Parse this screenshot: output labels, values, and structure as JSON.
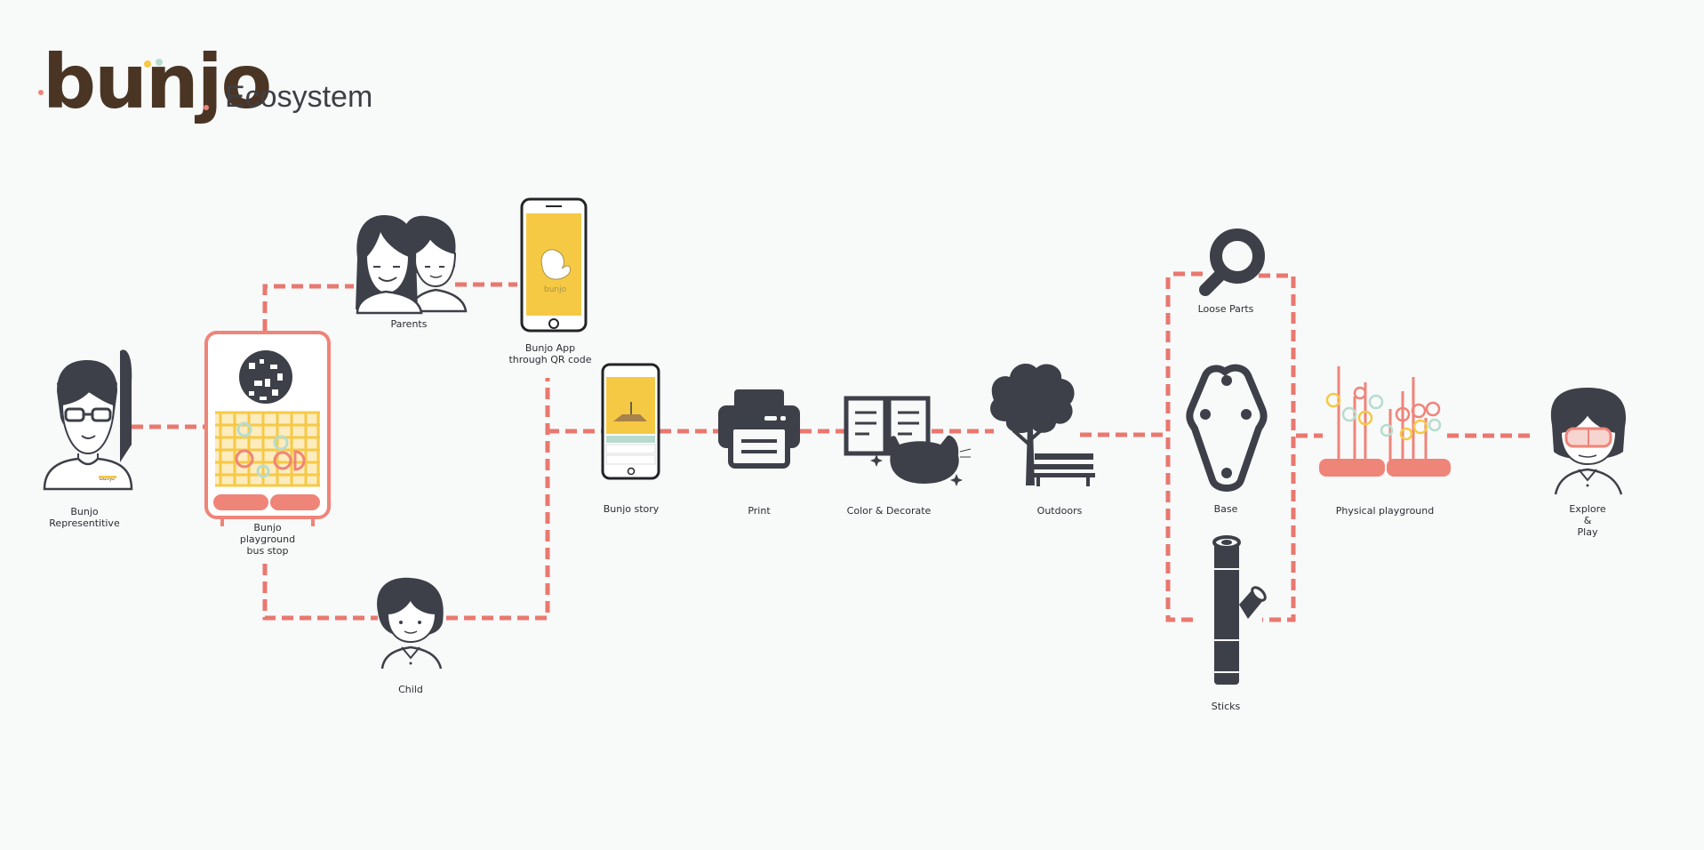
{
  "header": {
    "logo_text": "bunjo",
    "title": "Ecosystem"
  },
  "colors": {
    "connector": "#e9786e",
    "icon": "#3d4048",
    "accent_yellow": "#f6c945",
    "accent_salmon": "#ef8479",
    "accent_mint": "#b7dccf",
    "background": "#f8f9f9"
  },
  "nodes": {
    "representative": {
      "label": "Bunjo\nRepresentitive",
      "icon": "woman-glasses-icon"
    },
    "bus_stop": {
      "label": "Bunjo\nplayground\nbus stop",
      "icon": "bus-stop-board-icon"
    },
    "parents": {
      "label": "Parents",
      "icon": "parents-icon"
    },
    "child": {
      "label": "Child",
      "icon": "child-icon"
    },
    "app": {
      "label": "Bunjo App\nthrough QR code",
      "icon": "smartphone-icon"
    },
    "story": {
      "label": "Bunjo story",
      "icon": "smartphone-story-icon"
    },
    "print": {
      "label": "Print",
      "icon": "printer-icon"
    },
    "decorate": {
      "label": "Color & Decorate",
      "icon": "book-cat-icon"
    },
    "outdoors": {
      "label": "Outdoors",
      "icon": "tree-bench-icon"
    },
    "loose_parts": {
      "label": "Loose Parts",
      "icon": "magnifier-icon"
    },
    "base": {
      "label": "Base",
      "icon": "base-plate-icon"
    },
    "sticks": {
      "label": "Sticks",
      "icon": "stick-pipe-icon"
    },
    "physical": {
      "label": "Physical playground",
      "icon": "playground-icon"
    },
    "explore": {
      "label": "Explore\n&\nPlay",
      "icon": "child-goggles-icon"
    }
  }
}
